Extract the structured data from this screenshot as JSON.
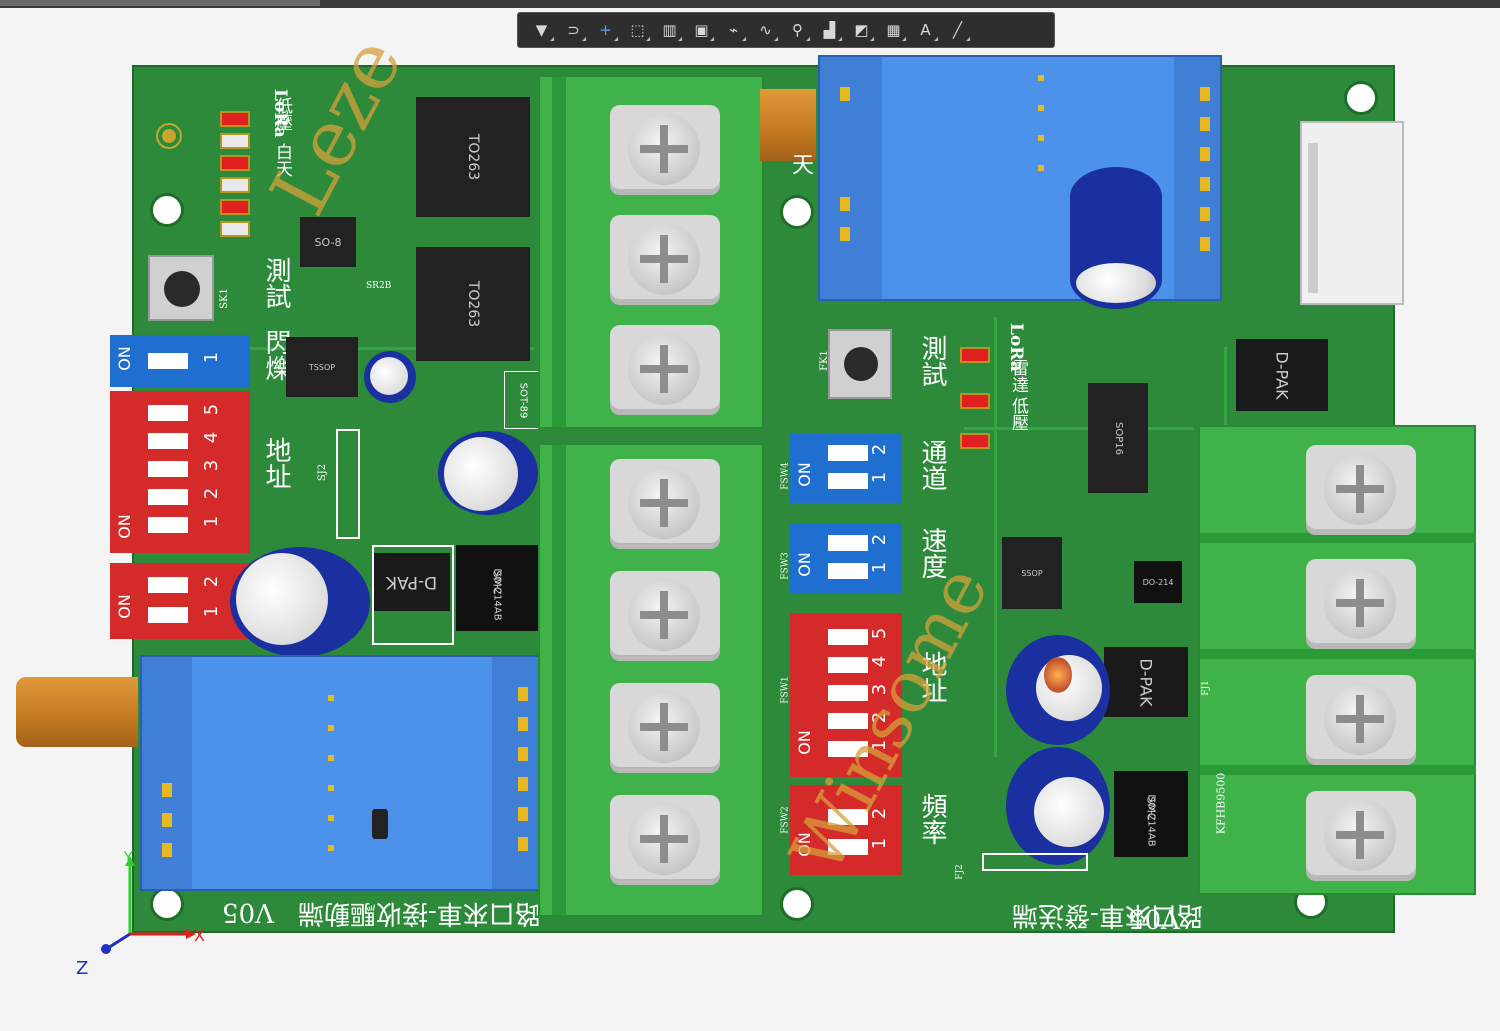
{
  "toolbar": {
    "tools": [
      {
        "icon": "filter-icon",
        "glyph": "▼"
      },
      {
        "icon": "magnet-icon",
        "glyph": "⊃"
      },
      {
        "icon": "crosshair-icon",
        "glyph": "+"
      },
      {
        "icon": "select-rect-icon",
        "glyph": "⬚"
      },
      {
        "icon": "align-icon",
        "glyph": "▥"
      },
      {
        "icon": "component-icon",
        "glyph": "▣"
      },
      {
        "icon": "route-icon",
        "glyph": "⌁"
      },
      {
        "icon": "diff-pair-icon",
        "glyph": "∿"
      },
      {
        "icon": "via-icon",
        "glyph": "⚲"
      },
      {
        "icon": "polygon-icon",
        "glyph": "▟"
      },
      {
        "icon": "region-icon",
        "glyph": "◩"
      },
      {
        "icon": "dimension-icon",
        "glyph": "▦"
      },
      {
        "icon": "text-icon",
        "glyph": "A"
      },
      {
        "icon": "line-icon",
        "glyph": "╱"
      }
    ]
  },
  "board": {
    "left_labels": {
      "low_voltage": "低壓",
      "daytime": "白天",
      "lora_top": "LoRa",
      "blink": "閃爍",
      "test_top": "測試",
      "address_left": "地址",
      "sj2": "SJ2",
      "sk1": "SK1",
      "so8": "SO-8",
      "to263_top": "TO263",
      "to263_bottom": "TO263",
      "sot89": "SOT-89",
      "sr2b": "SR2B",
      "dpak_left": "D-PAK",
      "smc_left": "SMC",
      "smc_left_pkg": "DO-214AB",
      "bottom_left_title": "路口來車-接收驅動端",
      "version_left": "V05"
    },
    "right_labels": {
      "antenna_char": "天",
      "fk1": "FK1",
      "test": "測試",
      "lora": "LoRa",
      "radar": "雷達",
      "low_voltage": "低壓",
      "channel": "通道",
      "speed": "速度",
      "address": "地址",
      "frequency": "頻率",
      "fsw4": "FSW4",
      "fsw3": "FSW3",
      "fsw1": "FSW1",
      "fsw2": "FSW2",
      "fj1": "FJ1",
      "fj2": "FJ2",
      "kfhb": "KFHB9500",
      "dpak_top": "D-PAK",
      "dpak_mid": "D-PAK",
      "sop16": "SOP16",
      "smc_right": "SMC",
      "smc_right_pkg": "DO-214AB",
      "bottom_right_title": "路口來車-發送端",
      "version_right": "V05"
    },
    "dip_labels": {
      "on": "ON",
      "n1": "1",
      "n2": "2",
      "n3": "3",
      "n4": "4",
      "n5": "5"
    },
    "watermarks": {
      "left": "Leze",
      "right": "Winsome"
    },
    "axes": {
      "x": "X",
      "y": "Y",
      "z": "Z"
    }
  },
  "colors": {
    "pcb": "#2d8a3a",
    "terminal": "#3fb34a",
    "module": "#3f7fd6",
    "dip_red": "#d42a2a",
    "dip_blue": "#1e6fd0"
  }
}
